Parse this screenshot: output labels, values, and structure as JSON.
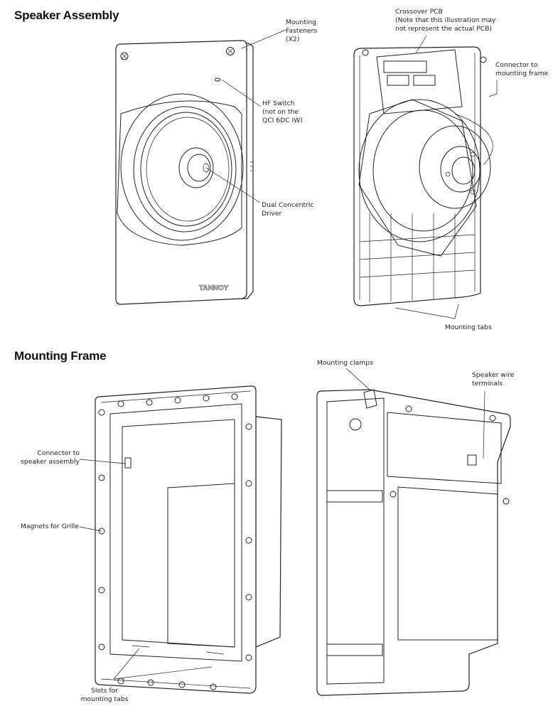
{
  "sections": {
    "speaker_assembly": {
      "title": "Speaker Assembly",
      "labels": {
        "mounting_fasteners": "Mounting\nFasteners\n(X2)",
        "hf_switch": "HF Switch\n(not on the\nQCI 6DC IW)",
        "dual_concentric": "Dual Concentric\nDriver",
        "crossover_pcb": "Crossover PCB\n(Note that this illustration may\nnot represent the actual PCB)",
        "connector_mounting_frame": "Connector to\nmounting frame",
        "mounting_tabs": "Mounting tabs"
      },
      "brand_logo": "TANNOY"
    },
    "mounting_frame": {
      "title": "Mounting Frame",
      "labels": {
        "mounting_clamps": "Mounting clamps",
        "speaker_wire_terminals": "Speaker wire\nterminals",
        "connector_speaker_assembly": "Connector to\nspeaker assembly",
        "magnets_for_grille": "Magnets for Grille",
        "slots_for_tabs": "Slots for\nmounting tabs"
      }
    }
  }
}
